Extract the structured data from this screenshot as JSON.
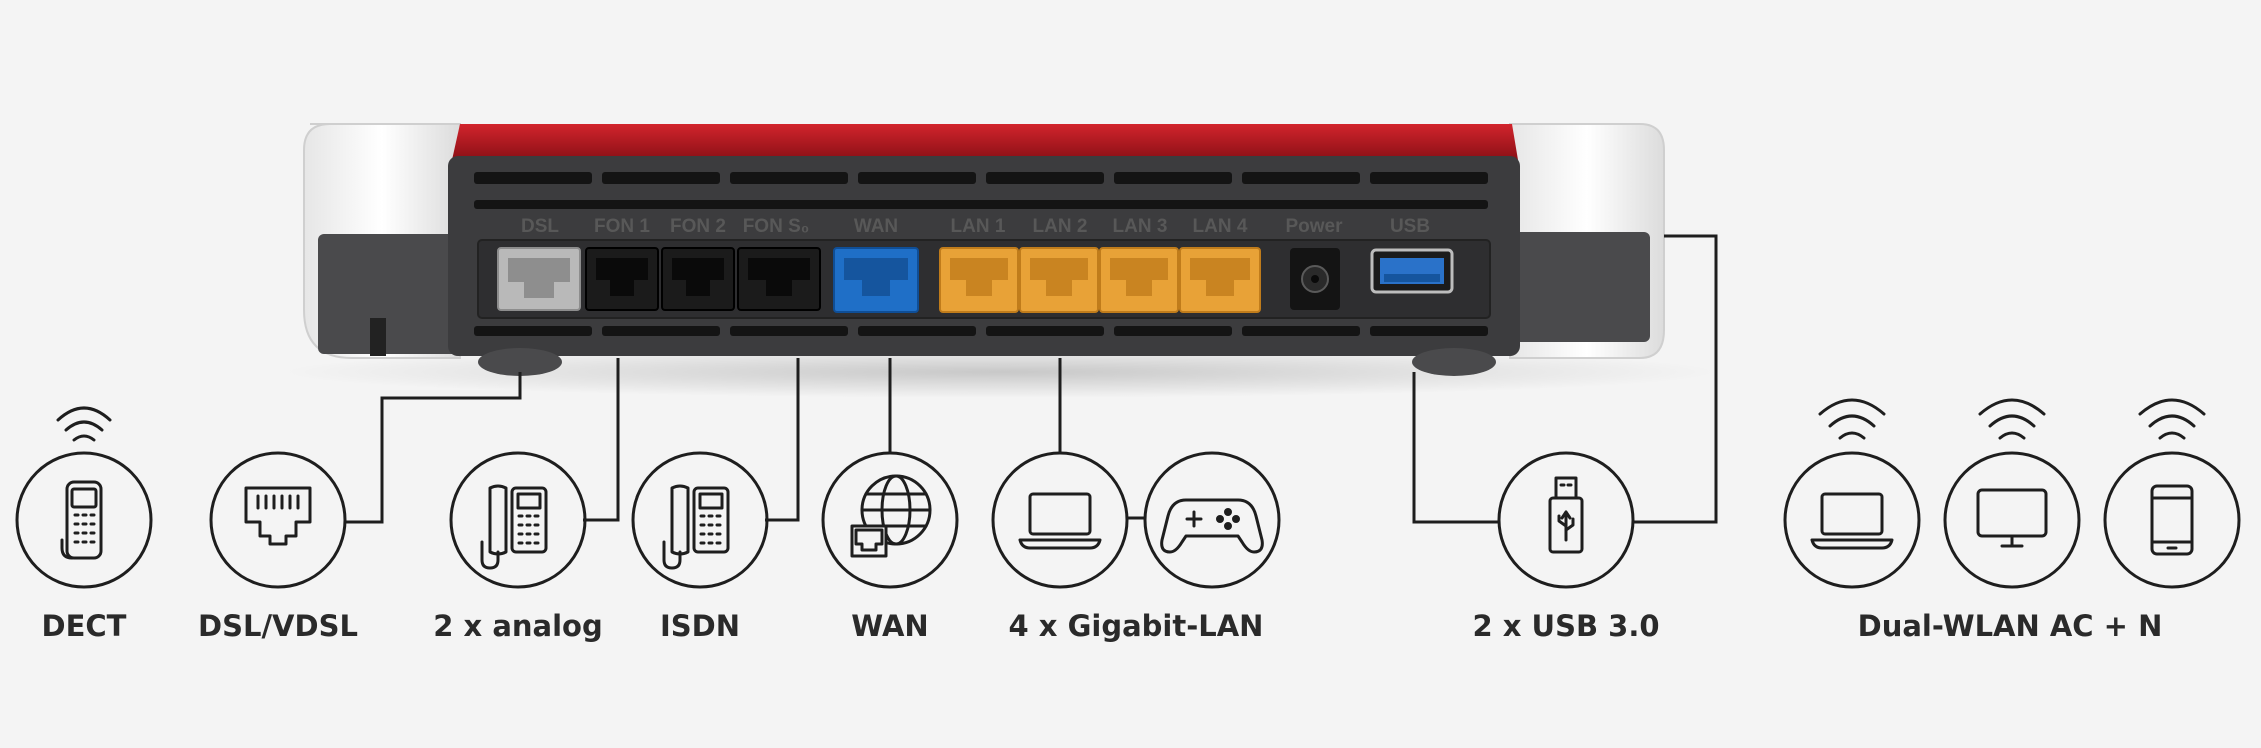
{
  "router": {
    "port_labels": {
      "dsl": "DSL",
      "fon1": "FON 1",
      "fon2": "FON 2",
      "fons0": "FON S₀",
      "wan": "WAN",
      "lan1": "LAN 1",
      "lan2": "LAN 2",
      "lan3": "LAN 3",
      "lan4": "LAN 4",
      "power": "Power",
      "usb": "USB"
    }
  },
  "icons": [
    {
      "name": "dect-phone-icon"
    },
    {
      "name": "dsl-port-icon"
    },
    {
      "name": "analog-phone-icon"
    },
    {
      "name": "isdn-phone-icon"
    },
    {
      "name": "wan-globe-icon"
    },
    {
      "name": "laptop-icon"
    },
    {
      "name": "gamepad-icon"
    },
    {
      "name": "usb-stick-icon"
    },
    {
      "name": "wlan-laptop-icon"
    },
    {
      "name": "wlan-monitor-icon"
    },
    {
      "name": "wlan-phone-icon"
    }
  ],
  "captions": {
    "dect": "DECT",
    "dsl": "DSL/VDSL",
    "analog": "2 x analog",
    "isdn": "ISDN",
    "wan": "WAN",
    "lan": "4 x Gigabit-LAN",
    "usb": "2 x USB 3.0",
    "wlan": "Dual-WLAN AC + N"
  },
  "colors": {
    "background": "#f4f4f4",
    "router_body": "#3c3c3e",
    "router_top": "#b4141c",
    "router_side": "#ffffff",
    "dsl_port": "#b9b9b9",
    "phone_port": "#1b1b1b",
    "wan_port": "#1f6fc7",
    "lan_port": "#e8a237",
    "usb_port": "#2a72c9",
    "line": "#1e1e1e"
  }
}
